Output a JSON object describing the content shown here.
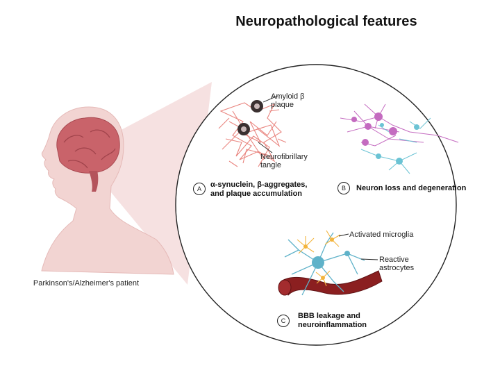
{
  "title": "Neuropathological features",
  "patient_label": "Parkinson's/Alzheimer's patient",
  "panels": {
    "a": {
      "badge": "A",
      "caption_line1": "α-synuclein, β-aggregates,",
      "caption_line2": "and plaque accumulation",
      "label_amyloid_line1": "Amyloid β",
      "label_amyloid_line2": "plaque",
      "label_tangle_line1": "Neurofibrillary",
      "label_tangle_line2": "tangle"
    },
    "b": {
      "badge": "B",
      "caption": "Neuron loss and degeneration"
    },
    "c": {
      "badge": "C",
      "caption_line1": "BBB leakage and",
      "caption_line2": "neuroinflammation",
      "label_microglia": "Activated microglia",
      "label_astro_line1": "Reactive",
      "label_astro_line2": "astrocytes"
    }
  },
  "colors": {
    "tangle": "#e9857f",
    "plaque": "#3a3030",
    "neuron_pink": "#c46bc0",
    "neuron_teal": "#6bc3d4",
    "microglia": "#f3b43c",
    "astrocyte": "#5fb2c9",
    "vessel": "#8b1f20",
    "brain": "#c9636a",
    "skin": "#f2d4d2",
    "cone": "#f5dede"
  }
}
